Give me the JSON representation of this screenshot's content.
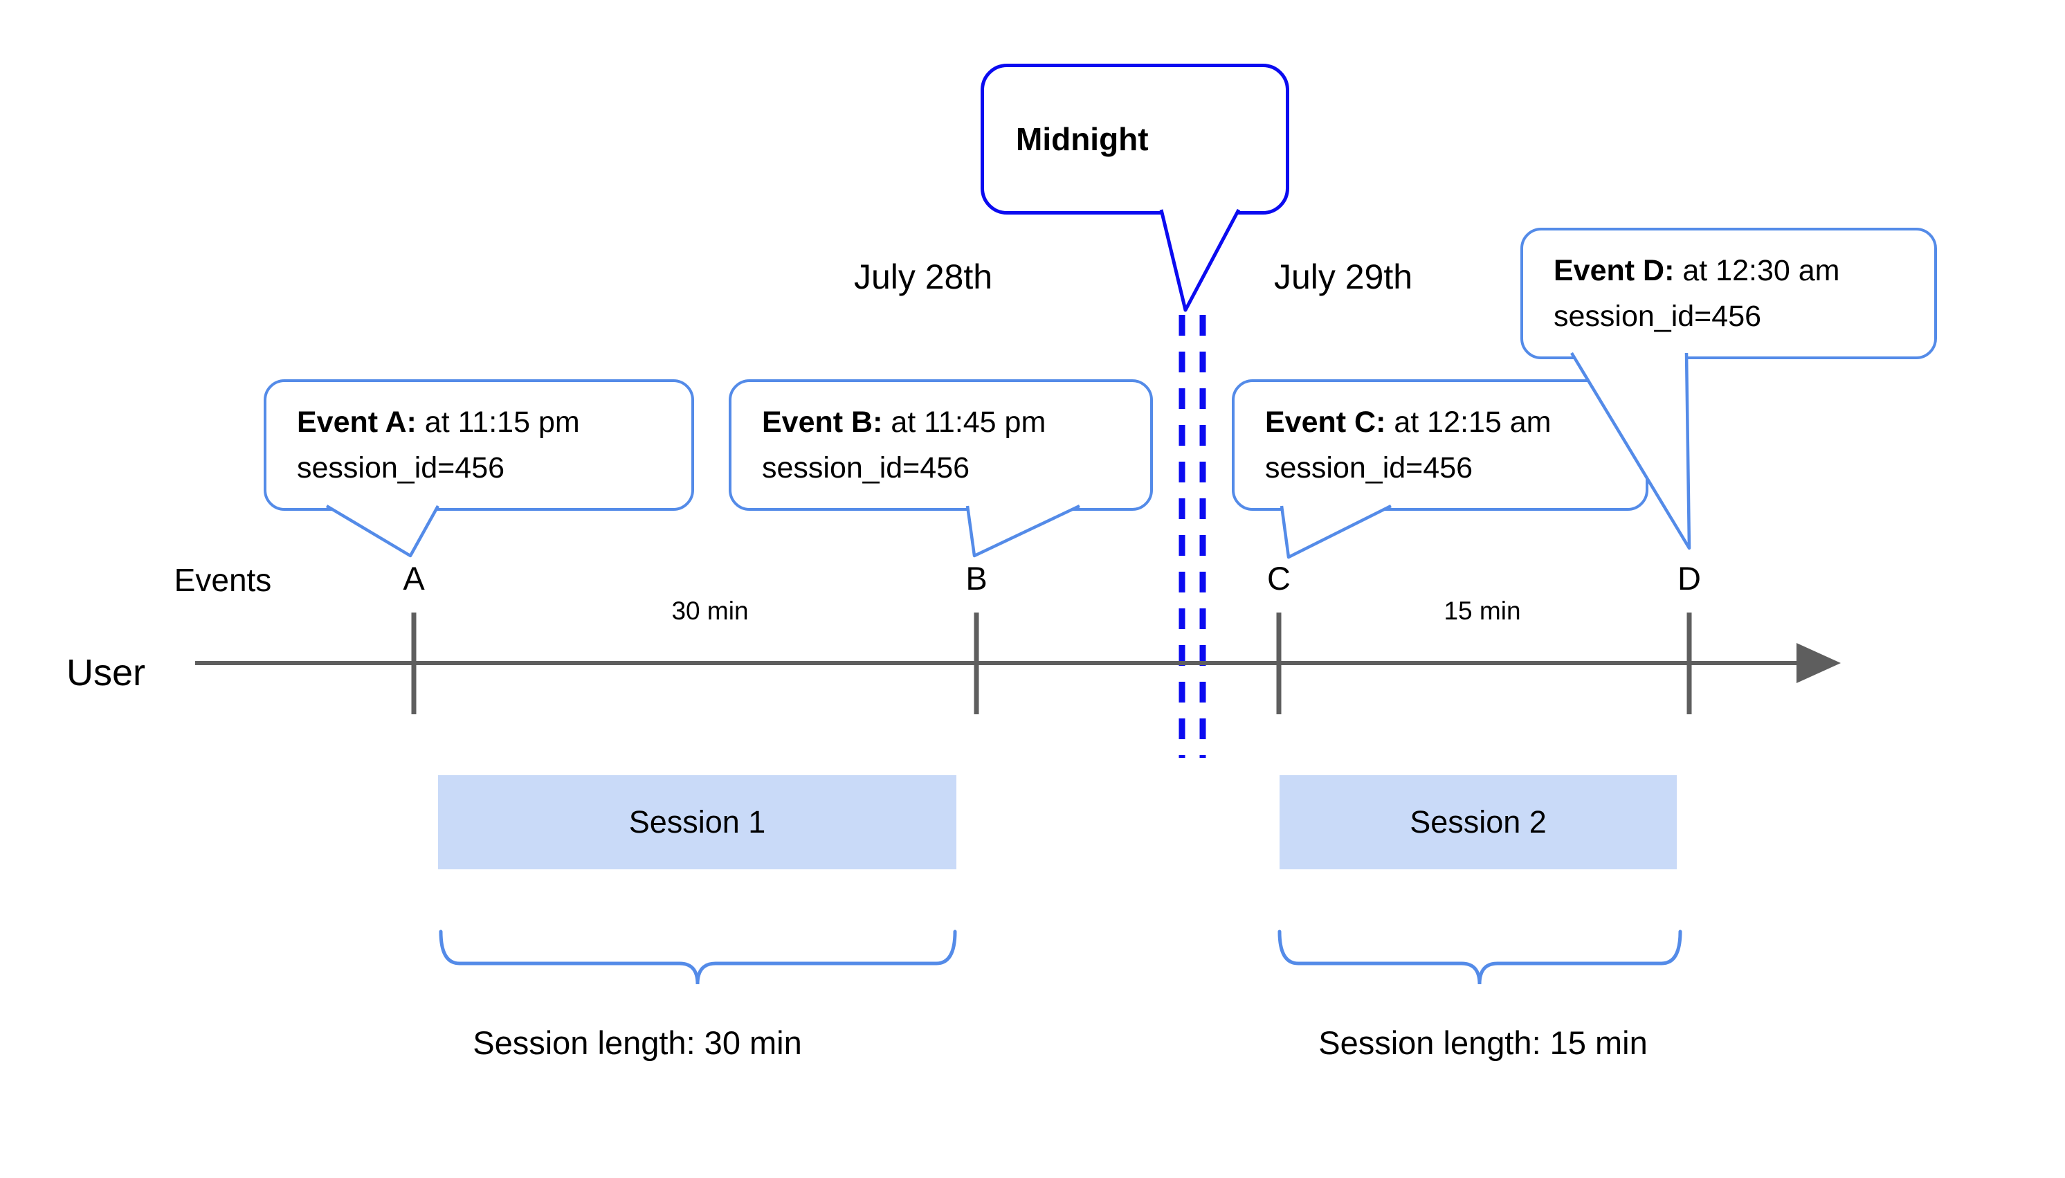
{
  "colors": {
    "dark_blue": "#0b0bf0",
    "light_blue": "#548be8",
    "session_fill": "#c9daf8",
    "axis_gray": "#5e5e5e"
  },
  "midnight_callout": {
    "label": "Midnight"
  },
  "dates": {
    "left": "July 28th",
    "right": "July 29th"
  },
  "event_callouts": {
    "a": {
      "name": "Event A:",
      "time": " at 11:15 pm",
      "session": "session_id=456"
    },
    "b": {
      "name": "Event B:",
      "time": " at 11:45 pm",
      "session": "session_id=456"
    },
    "c": {
      "name": "Event C:",
      "time": " at 12:15 am",
      "session": "session_id=456"
    },
    "d": {
      "name": "Event D:",
      "time": " at 12:30 am",
      "session": "session_id=456"
    }
  },
  "timeline": {
    "events_label": "Events",
    "user_label": "User",
    "markers": {
      "a": "A",
      "b": "B",
      "c": "C",
      "d": "D"
    },
    "gap_left": "30 min",
    "gap_right": "15 min"
  },
  "sessions": {
    "s1": {
      "label": "Session 1",
      "length": "Session length: 30 min"
    },
    "s2": {
      "label": "Session 2",
      "length": "Session length: 15 min"
    }
  }
}
